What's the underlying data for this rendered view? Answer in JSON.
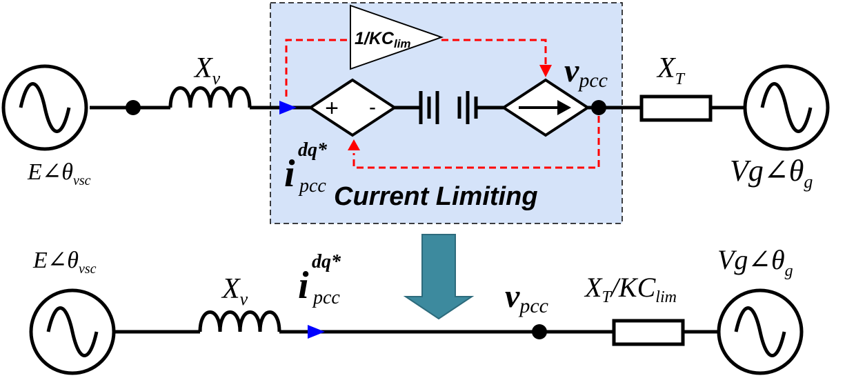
{
  "top": {
    "source_left": {
      "label_main": "E∠θ",
      "label_sub": "vsc"
    },
    "reactance": {
      "label_main": "X",
      "label_sub": "v"
    },
    "current_ref": {
      "label_main": "i",
      "label_sup": "dq*",
      "label_sub": "pcc"
    },
    "gain_block": {
      "label_main": "1/KC",
      "label_sub": "lim"
    },
    "plus_sign": "+",
    "minus_sign": "-",
    "voltage_node": {
      "label_main": "v",
      "label_sub": "pcc"
    },
    "transformer": {
      "label_main": "X",
      "label_sub": "T"
    },
    "source_right": {
      "label_main": "Vg∠θ",
      "label_sub": "g"
    },
    "limiter_title": "Current Limiting"
  },
  "bottom": {
    "source_left": {
      "label_main": "E∠θ",
      "label_sub": "vsc"
    },
    "reactance": {
      "label_main": "X",
      "label_sub": "v"
    },
    "current_ref": {
      "label_main": "i",
      "label_sup": "dq*",
      "label_sub": "pcc"
    },
    "voltage_node": {
      "label_main": "v",
      "label_sub": "pcc"
    },
    "transformer": {
      "label_a": "X",
      "label_a_sub": "T",
      "label_b": "/KC",
      "label_b_sub": "lim"
    },
    "source_right": {
      "label_main": "Vg∠θ",
      "label_sub": "g"
    }
  },
  "colors": {
    "limiter_fill": "#d5e3f9",
    "feedback_red": "#ff0000",
    "current_arrow_blue": "#0000ff",
    "transform_arrow": "#3d8a9e"
  }
}
